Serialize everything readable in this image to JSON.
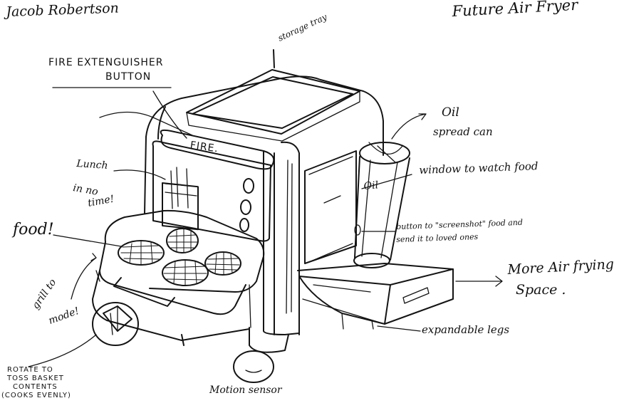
{
  "author": "Jacob Robertson",
  "title": "Future Air Fryer",
  "labels": {
    "storage_tray": "storage tray",
    "fire_button_line1": "FIRE EXTENGUISHER",
    "fire_button_line2": "BUTTON",
    "fire_panel_text": "FIRE.",
    "lunch_line1": "Lunch",
    "lunch_line2": "in no",
    "lunch_line3": "time!",
    "food": "food!",
    "grill_line1": "grill to",
    "grill_line2": "mode!",
    "rotate_line1": "ROTATE TO",
    "rotate_line2": "TOSS BASKET",
    "rotate_line3": "CONTENTS",
    "rotate_line4": "(COOKS EVENLY)",
    "motion_sensor": "Motion sensor",
    "oil_line1": "Oil",
    "oil_line2": "spread can",
    "oil_can_text": "Oil",
    "window": "window to watch food",
    "screenshot_line1": "button to \"screenshot\" food and",
    "screenshot_line2": "send it to loved ones",
    "more_space_line1": "More Air frying",
    "more_space_line2": "Space .",
    "legs": "expandable legs"
  }
}
